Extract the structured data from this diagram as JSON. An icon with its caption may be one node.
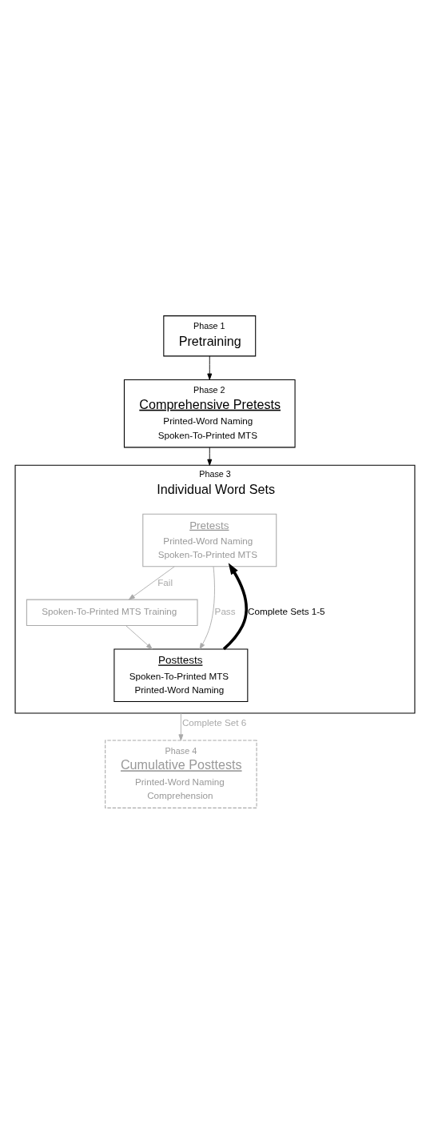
{
  "diagram": {
    "nodes": [
      {
        "text": [
          "Phase 1",
          "Pretraining"
        ]
      },
      {
        "text": [
          "Phase 2",
          "Comprehensive Pretests",
          "Printed-Word Naming",
          "Spoken-To-Printed MTS"
        ]
      },
      {
        "text": [
          "Phase 3",
          "Individual Word Sets"
        ]
      },
      {
        "text": [
          "Pretests",
          "Printed-Word Naming",
          "Spoken-To-Printed MTS"
        ],
        "in": 2
      },
      {
        "text": [
          "Spoken-To-Printed MTS Training"
        ],
        "in": 2
      },
      {
        "text": [
          "Posttests",
          "Spoken-To-Printed MTS",
          "Printed-Word Naming"
        ],
        "in": 2
      },
      {
        "text": [
          "Phase 4",
          "Cumulative Posttests",
          "Printed-Word Naming",
          "Comprehension"
        ]
      }
    ],
    "edges": [
      {
        "from": 0,
        "to": 1,
        "arrow": "to",
        "color": "#000000"
      },
      {
        "from": 1,
        "to": 2,
        "arrow": "to",
        "color": "#000000"
      },
      {
        "from": 3,
        "to": 5,
        "arrow": "to",
        "label": "Pass",
        "color": "#aaaaaa"
      },
      {
        "from": 3,
        "to": 4,
        "arrow": "to",
        "label": "Fail",
        "color": "#aaaaaa"
      },
      {
        "from": 4,
        "to": 5,
        "arrow": "to",
        "color": "#aaaaaa"
      },
      {
        "from": 5,
        "to": 3,
        "arrow": "to",
        "label": "Complete Sets 1-5",
        "style": "thick",
        "color": "#000000"
      },
      {
        "from": 2,
        "to": 6,
        "arrow": "to",
        "label": "Complete Set 6",
        "color": "#aaaaaa"
      }
    ]
  }
}
